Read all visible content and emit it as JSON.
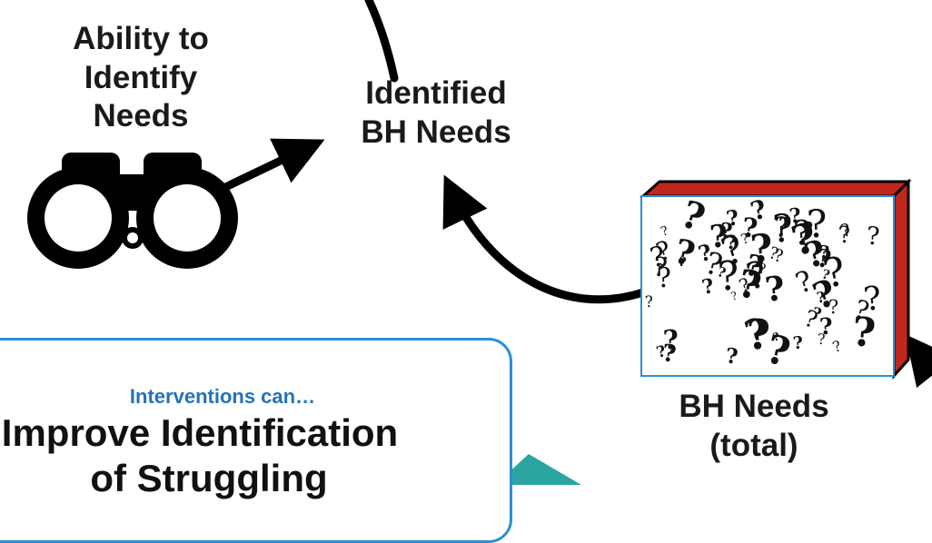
{
  "labels": {
    "ability": [
      "Ability to",
      "Identify",
      "Needs"
    ],
    "identified": [
      "Identified",
      "BH Needs"
    ],
    "total": [
      "BH Needs",
      "(total)"
    ]
  },
  "callout": {
    "subtitle": "Interventions can…",
    "title_line1": "Improve Identification",
    "title_line2": "of Struggling"
  },
  "icons": [
    "binoculars-icon",
    "question-marks-box-icon"
  ],
  "colors": {
    "callout_border": "#2a8fd8",
    "callout_subtitle": "#2473b8",
    "box_side": "#c0281e",
    "teal_arrow": "#2aa5a0"
  }
}
